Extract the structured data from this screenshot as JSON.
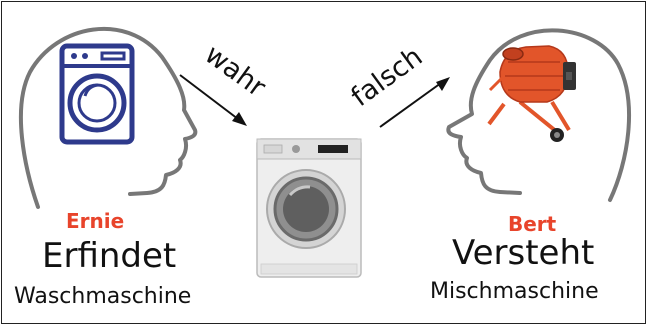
{
  "arrows": {
    "left_label": "wahr",
    "right_label": "falsch"
  },
  "left_person": {
    "name": "Ernie",
    "verb": "Erfindet",
    "object": "Waschmaschine"
  },
  "right_person": {
    "name": "Bert",
    "verb": "Versteht",
    "object": "Mischmaschine"
  },
  "colors": {
    "name": "#e8442b",
    "head_outline": "#777777",
    "icon_blue": "#2e3a8c",
    "mixer_orange": "#e2552a"
  }
}
